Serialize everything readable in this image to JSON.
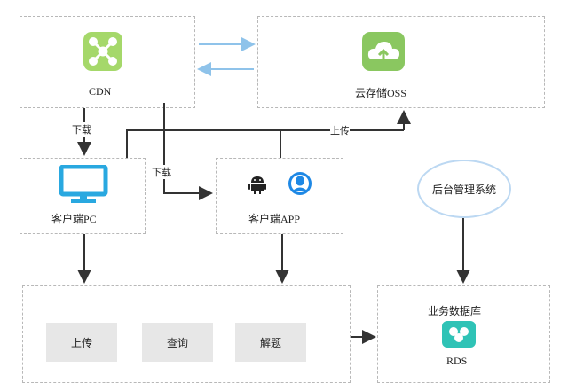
{
  "nodes": {
    "cdn": "CDN",
    "oss": "云存储OSS",
    "pc": "客户端PC",
    "app": "客户端APP",
    "admin": "后台管理系统",
    "db_title": "业务数据库",
    "rds": "RDS"
  },
  "functions": [
    "上传",
    "查询",
    "解题"
  ],
  "edges": {
    "download_left": "下载",
    "download_mid": "下载",
    "upload": "上传"
  },
  "colors": {
    "cdn_icon": "#a5d86a",
    "oss_icon": "#8ac760",
    "monitor": "#29a8e0",
    "rds_icon": "#2fc3b6",
    "arrow_blue": "#8fc3ea",
    "arrow_dark": "#333333"
  },
  "icons": [
    "network-icon",
    "cloud-upload-icon",
    "monitor-icon",
    "android-icon",
    "user-icon",
    "database-icon"
  ]
}
